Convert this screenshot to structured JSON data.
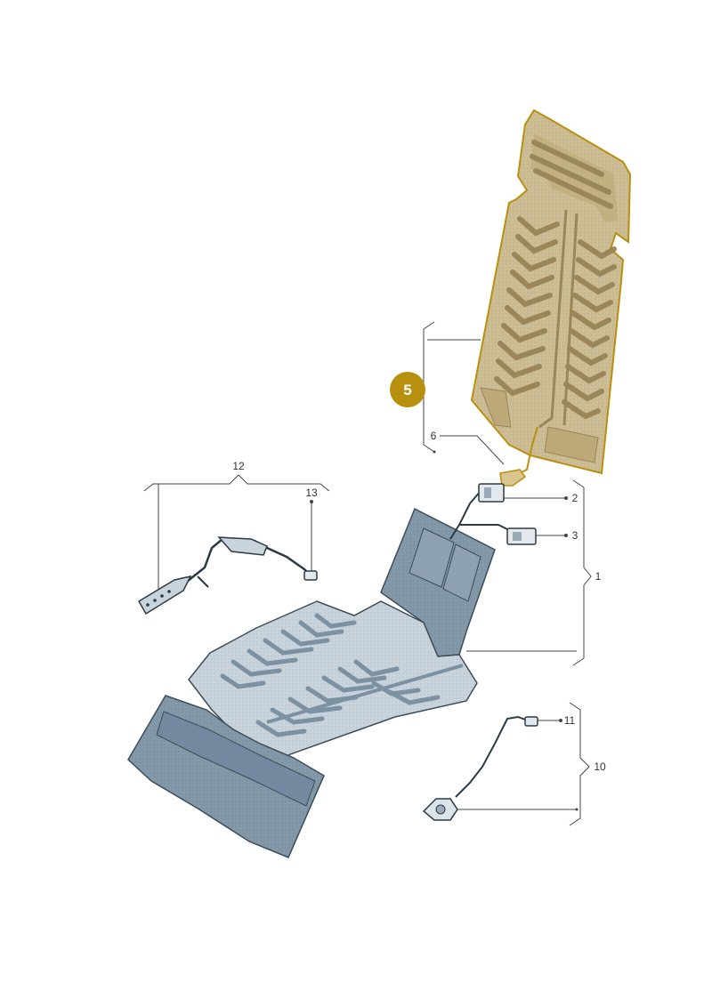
{
  "colors": {
    "background": "#ffffff",
    "highlight_fill": "#c9b88f",
    "highlight_stroke": "#b8900f",
    "badge": "#b8900f",
    "part_fill": "#7e95a6",
    "part_light": "#c3d0d9",
    "part_stroke": "#3d4d59",
    "leader": "#444444"
  },
  "selected_part": "5",
  "callouts": {
    "c1": "1",
    "c2": "2",
    "c3": "3",
    "c5": "5",
    "c6": "6",
    "c10": "10",
    "c11": "11",
    "c12": "12",
    "c13": "13"
  },
  "parts": [
    {
      "callout": "5",
      "icon": "backrest-heating-mat"
    },
    {
      "callout": "6",
      "icon": "connector"
    },
    {
      "callout": "1",
      "icon": "seat-cushion-heating-mat"
    },
    {
      "callout": "2",
      "icon": "plug-connector"
    },
    {
      "callout": "3",
      "icon": "plug-connector"
    },
    {
      "callout": "10",
      "icon": "temperature-sensor"
    },
    {
      "callout": "11",
      "icon": "sensor-plug"
    },
    {
      "callout": "12",
      "icon": "wiring-harness-bracket"
    },
    {
      "callout": "13",
      "icon": "cable-plug"
    }
  ]
}
